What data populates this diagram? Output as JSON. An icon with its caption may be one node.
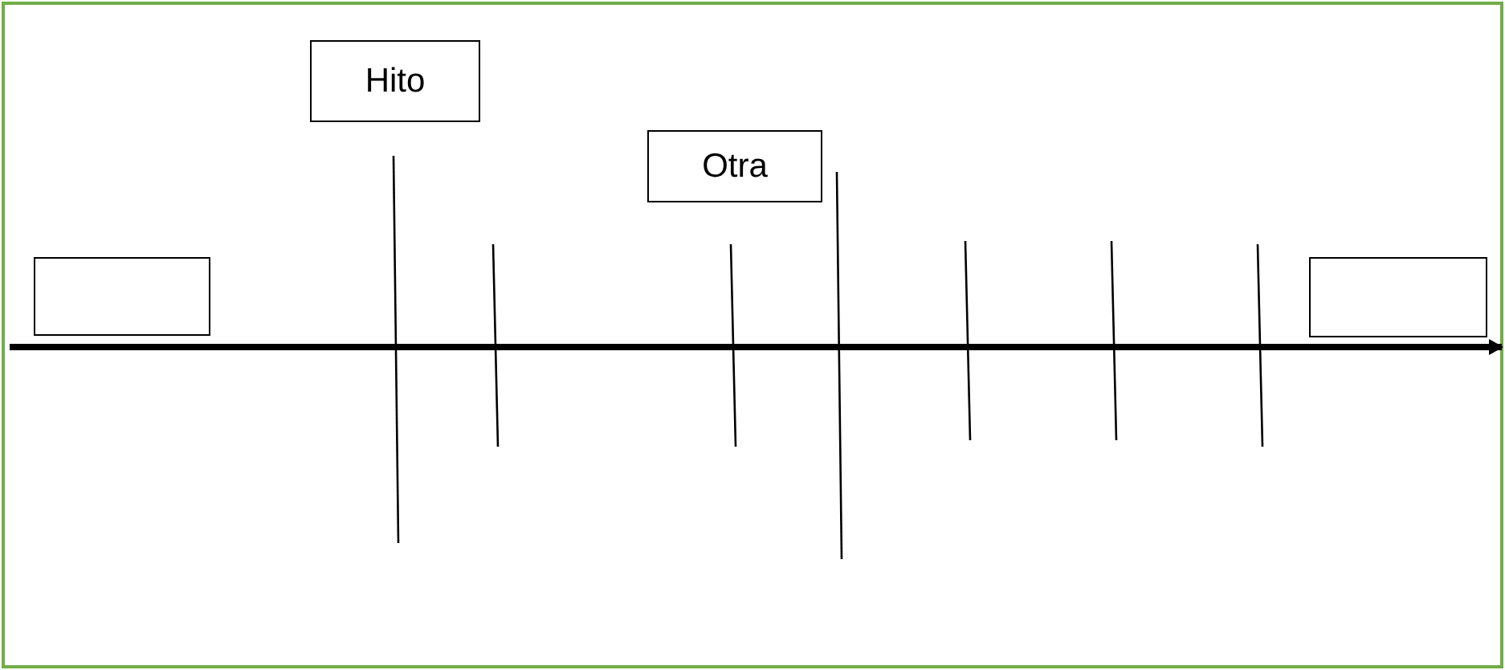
{
  "diagram": {
    "nodes": [
      {
        "text": [
          "Hito"
        ]
      },
      {
        "text": [
          "Otra"
        ]
      },
      {
        "text": [],
        "shape": "box"
      },
      {
        "text": [],
        "shape": "box"
      }
    ]
  }
}
